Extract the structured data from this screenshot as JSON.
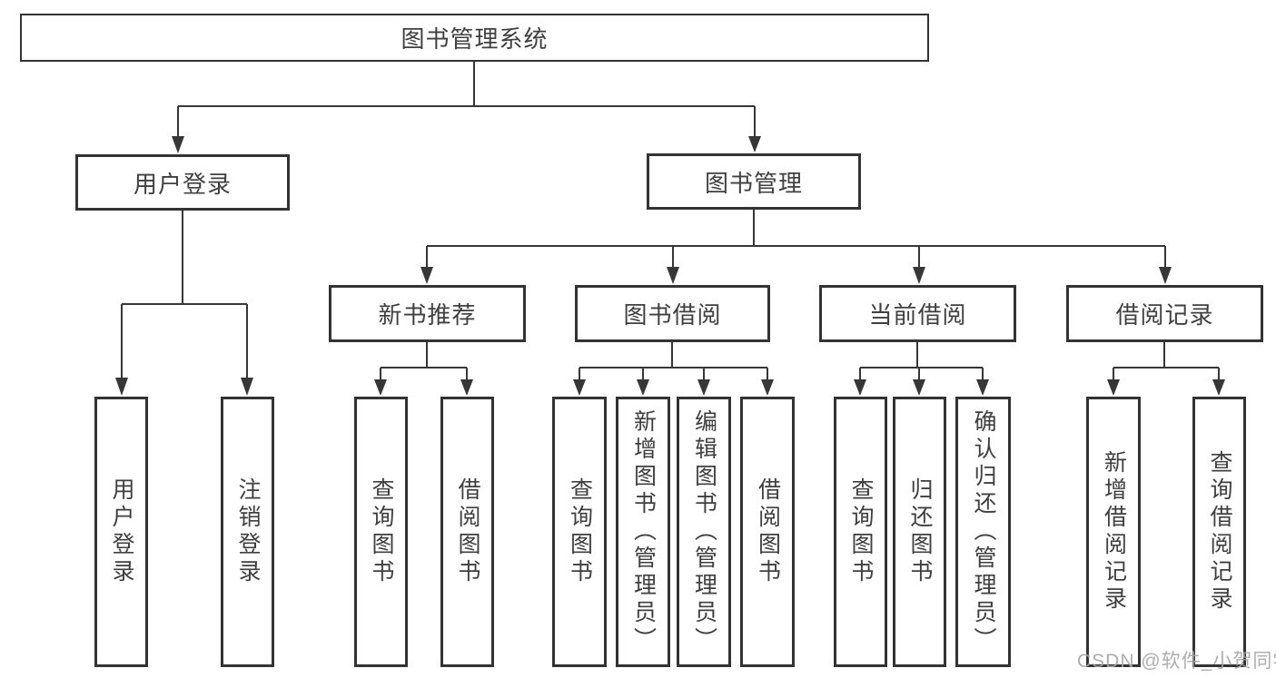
{
  "page": {
    "background": "#ffffff"
  },
  "colors": {
    "line": "#373737",
    "box_border": "#333333",
    "text": "#3f3f3f",
    "watermark": "#a5a5a5"
  },
  "tree": {
    "root": "图书管理系统",
    "children": [
      {
        "label": "用户登录",
        "children": [
          "用户登录",
          "注销登录"
        ]
      },
      {
        "label": "图书管理",
        "children": [
          {
            "label": "新书推荐",
            "children": [
              "查询图书",
              "借阅图书"
            ]
          },
          {
            "label": "图书借阅",
            "children": [
              "查询图书",
              "新增图书（管理员）",
              "编辑图书（管理员）",
              "借阅图书"
            ]
          },
          {
            "label": "当前借阅",
            "children": [
              "查询图书",
              "归还图书",
              "确认归还（管理员）"
            ]
          },
          {
            "label": "借阅记录",
            "children": [
              "新增借阅记录",
              "查询借阅记录"
            ]
          }
        ]
      }
    ]
  },
  "watermark": {
    "text": "CSDN @软件_小贺同学"
  }
}
